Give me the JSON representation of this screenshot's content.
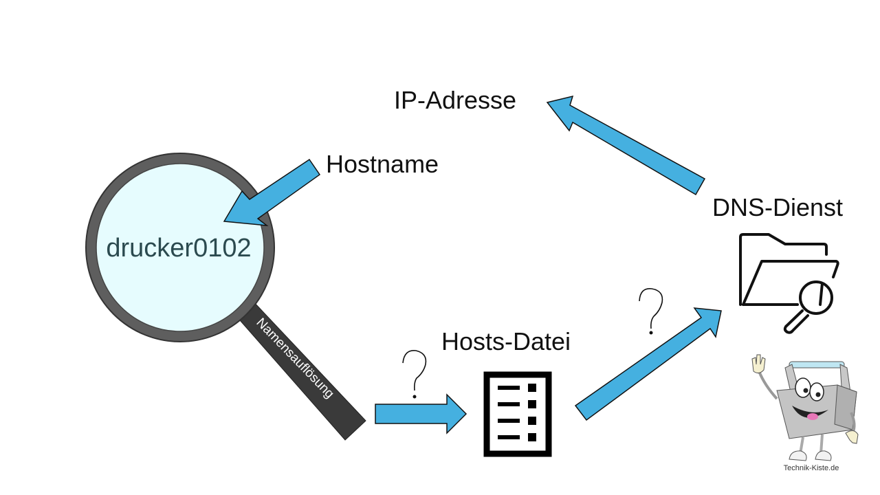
{
  "diagram": {
    "title": "Namensauflösung: Hostname zu IP-Adresse",
    "labels": {
      "ip_address": "IP-Adresse",
      "hostname": "Hostname",
      "dns_service": "DNS-Dienst",
      "hosts_file": "Hosts-Datei",
      "lens_hostname": "drucker0102",
      "handle_text": "Namensauflösung",
      "question_mark": "?"
    },
    "nodes": [
      {
        "id": "hostname",
        "label": "Hostname",
        "icon": "arrow-into-lens"
      },
      {
        "id": "lens",
        "label": "drucker0102",
        "icon": "magnifier-icon"
      },
      {
        "id": "hosts-file",
        "label": "Hosts-Datei",
        "icon": "list-document-icon"
      },
      {
        "id": "dns",
        "label": "DNS-Dienst",
        "icon": "folder-search-icon"
      },
      {
        "id": "ip",
        "label": "IP-Adresse"
      }
    ],
    "edges": [
      {
        "from": "hostname",
        "to": "lens"
      },
      {
        "from": "lens",
        "to": "hosts-file",
        "note": "?"
      },
      {
        "from": "hosts-file",
        "to": "dns",
        "note": "?"
      },
      {
        "from": "dns",
        "to": "ip"
      }
    ],
    "colors": {
      "arrow_fill": "#45b0e0",
      "lens_fill": "#e6fcfe",
      "lens_rim": "#5a5a5a",
      "handle": "#3a3a3a",
      "text": "#111111"
    },
    "logo": {
      "name": "Technik-Kiste mascot",
      "caption": "Technik-Kiste.de"
    }
  }
}
